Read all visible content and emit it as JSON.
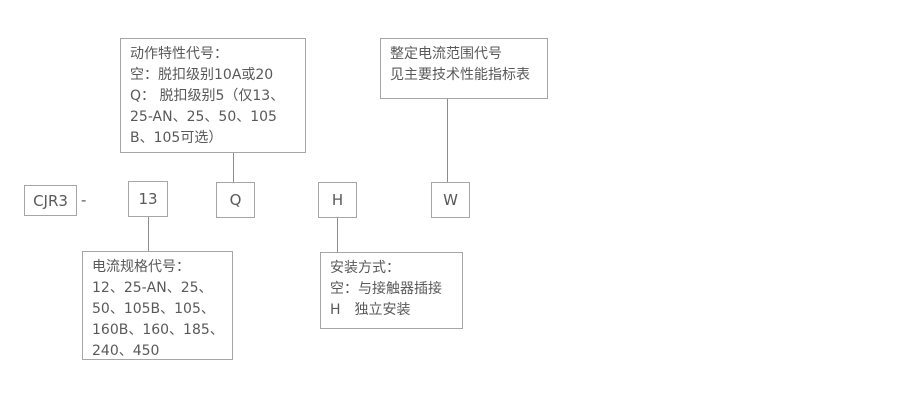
{
  "diagram": {
    "code_row": {
      "prefix": "CJR3",
      "separator": "-",
      "code1": "13",
      "code2": "Q",
      "code3": "H",
      "code4": "W"
    },
    "callouts": {
      "action": {
        "lines": [
          "动作特性代号：",
          "空：脱扣级别10A或20",
          "Q： 脱扣级别5（仅13、",
          "25-AN、25、50、105",
          "B、105可选）"
        ]
      },
      "range": {
        "lines": [
          "整定电流范围代号",
          "见主要技术性能指标表"
        ]
      },
      "current": {
        "lines": [
          "电流规格代号：",
          "12、25-AN、25、",
          "50、105B、105、",
          "160B、160、185、",
          "240、450"
        ]
      },
      "mount": {
        "lines": [
          "安装方式：",
          "空：与接触器插接",
          "H　独立安装"
        ]
      }
    }
  }
}
